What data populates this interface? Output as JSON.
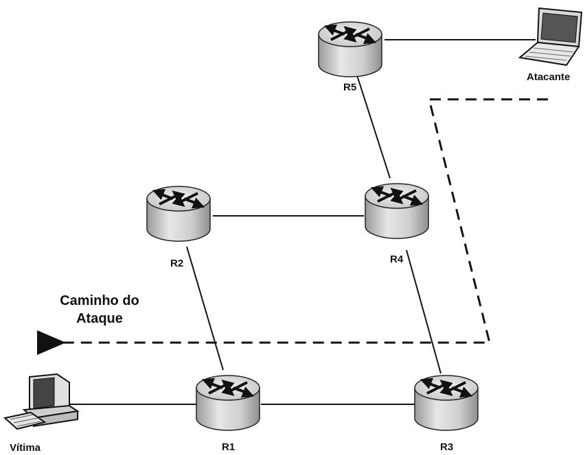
{
  "nodes": {
    "r1": {
      "label": "R1"
    },
    "r2": {
      "label": "R2"
    },
    "r3": {
      "label": "R3"
    },
    "r4": {
      "label": "R4"
    },
    "r5": {
      "label": "R5"
    },
    "attacker": {
      "label": "Atacante",
      "icon": "laptop-icon"
    },
    "victim": {
      "label": "Vítima",
      "icon": "desktop-computer-icon"
    }
  },
  "attack_path": {
    "line1": "Caminho do",
    "line2": "Ataque"
  },
  "colors": {
    "line": "#111111",
    "router_top": "#d9d9d9",
    "router_side": "#bdbdbd"
  }
}
